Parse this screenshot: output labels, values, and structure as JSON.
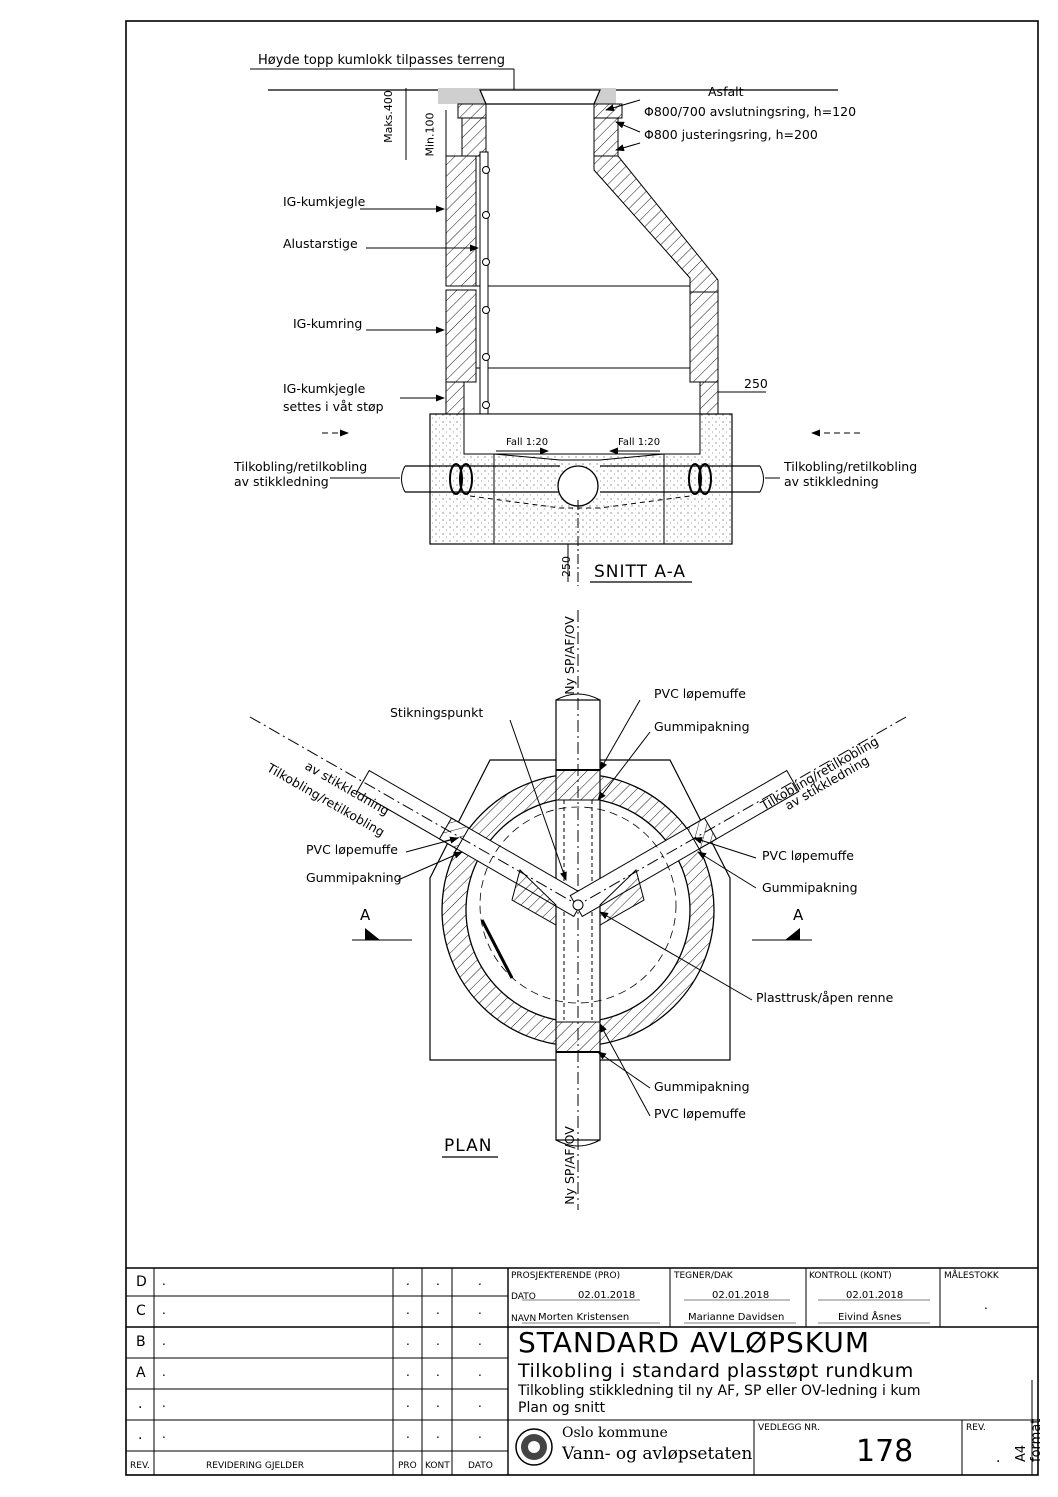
{
  "drawing": {
    "section_title": "SNITT A-A",
    "plan_title": "PLAN",
    "format_label": "A4 format"
  },
  "section": {
    "top_note": "Høyde topp kumlokk tilpasses terreng",
    "asphalt": "Asfalt",
    "ring1": "Φ800/700 avslutningsring, h=120",
    "ring2": "Φ800 justeringsring, h=200",
    "cone": "IG-kumkjegle",
    "ladder": "Alustarstige",
    "manhole_ring": "IG-kumring",
    "cone_wet_1": "IG-kumkjegle",
    "cone_wet_2": "settes i våt støp",
    "max_dim": "Maks.400",
    "min_dim": "Min.100",
    "dim_250_right": "250",
    "dim_250_bottom": "250",
    "fall_left": "Fall 1:20",
    "fall_right": "Fall 1:20",
    "conn_left_1": "Tilkobling/retilkobling",
    "conn_left_2": "av stikkledning",
    "conn_right_1": "Tilkobling/retilkobling",
    "conn_right_2": "av stikkledning"
  },
  "plan": {
    "pipe_top": "Ny SP/AF/OV",
    "pipe_bottom": "Ny SP/AF/OV",
    "stake_point": "Stikningspunkt",
    "pvc_top": "PVC løpemuffe",
    "gasket_top": "Gummipakning",
    "conn_left_1": "Tilkobling/retilkobling",
    "conn_left_2": "av stikkledning",
    "conn_right_1": "Tilkobling/retilkobling",
    "conn_right_2": "av stikkledning",
    "pvc_left": "PVC løpemuffe",
    "gasket_left": "Gummipakning",
    "pvc_right": "PVC løpemuffe",
    "gasket_right": "Gummipakning",
    "section_mark_left": "A",
    "section_mark_right": "A",
    "channel": "Plasttrusk/åpen renne",
    "gasket_bottom": "Gummipakning",
    "pvc_bottom": "PVC løpemuffe"
  },
  "title_block": {
    "revisions": [
      {
        "rev": "D",
        "text": ".",
        "pro": ".",
        "kont": ".",
        "dato": "."
      },
      {
        "rev": "C",
        "text": ".",
        "pro": ".",
        "kont": ".",
        "dato": "."
      },
      {
        "rev": "B",
        "text": ".",
        "pro": ".",
        "kont": ".",
        "dato": "."
      },
      {
        "rev": "A",
        "text": ".",
        "pro": ".",
        "kont": ".",
        "dato": "."
      },
      {
        "rev": ".",
        "text": ".",
        "pro": ".",
        "kont": ".",
        "dato": "."
      },
      {
        "rev": ".",
        "text": ".",
        "pro": ".",
        "kont": ".",
        "dato": "."
      }
    ],
    "header_rev": "REV.",
    "header_text": "REVIDERING GJELDER",
    "header_pro": "PRO",
    "header_kont": "KONT",
    "header_dato": "DATO",
    "pro_label": "PROSJEKTERENDE (PRO)",
    "tegner_label": "TEGNER/DAK",
    "kontroll_label": "KONTROLL (KONT)",
    "malestokk_label": "MÅLESTOKK",
    "dato_label": "DATO",
    "navn_label": "NAVN",
    "pro_date": "02.01.2018",
    "tegner_date": "02.01.2018",
    "kontroll_date": "02.01.2018",
    "pro_name": "Morten Kristensen",
    "tegner_name": "Marianne Davidsen",
    "kontroll_name": "Eivind Åsnes",
    "malestokk_value": ".",
    "title": "STANDARD AVLØPSKUM",
    "subtitle": "Tilkobling i standard plasstøpt rundkum",
    "desc1": "Tilkobling stikkledning til ny AF, SP eller OV-ledning i kum",
    "desc2": "Plan og snitt",
    "org1": "Oslo kommune",
    "org2": "Vann- og avløpsetaten",
    "vedlegg_label": "VEDLEGG NR.",
    "vedlegg_value": "178",
    "rev_label": "REV.",
    "rev_value": "."
  }
}
